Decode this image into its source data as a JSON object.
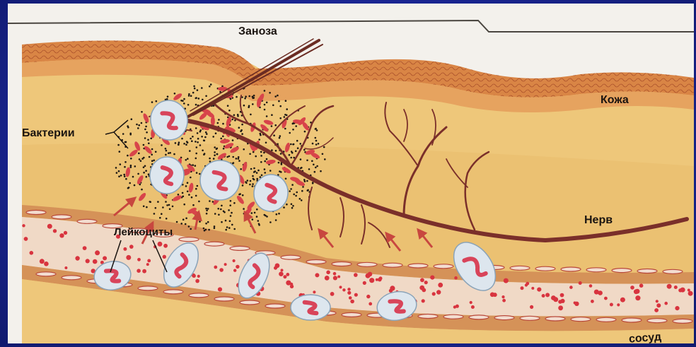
{
  "figure": {
    "labels": {
      "splinter": "Заноза",
      "skin": "Кожа",
      "bacteria": "Бактерии",
      "leukocytes": "Лейкоциты",
      "nerve": "Нерв",
      "vessel": "сосуд"
    },
    "colors": {
      "background": "#1a2694",
      "tissue": "#eec77a",
      "skin": "#d98545",
      "vessel": "#d59258",
      "nerve": "#7a2f2a",
      "blood_cell": "#d8343f",
      "leukocyte": "#dde6ee",
      "arrow": "#c8473f"
    }
  }
}
